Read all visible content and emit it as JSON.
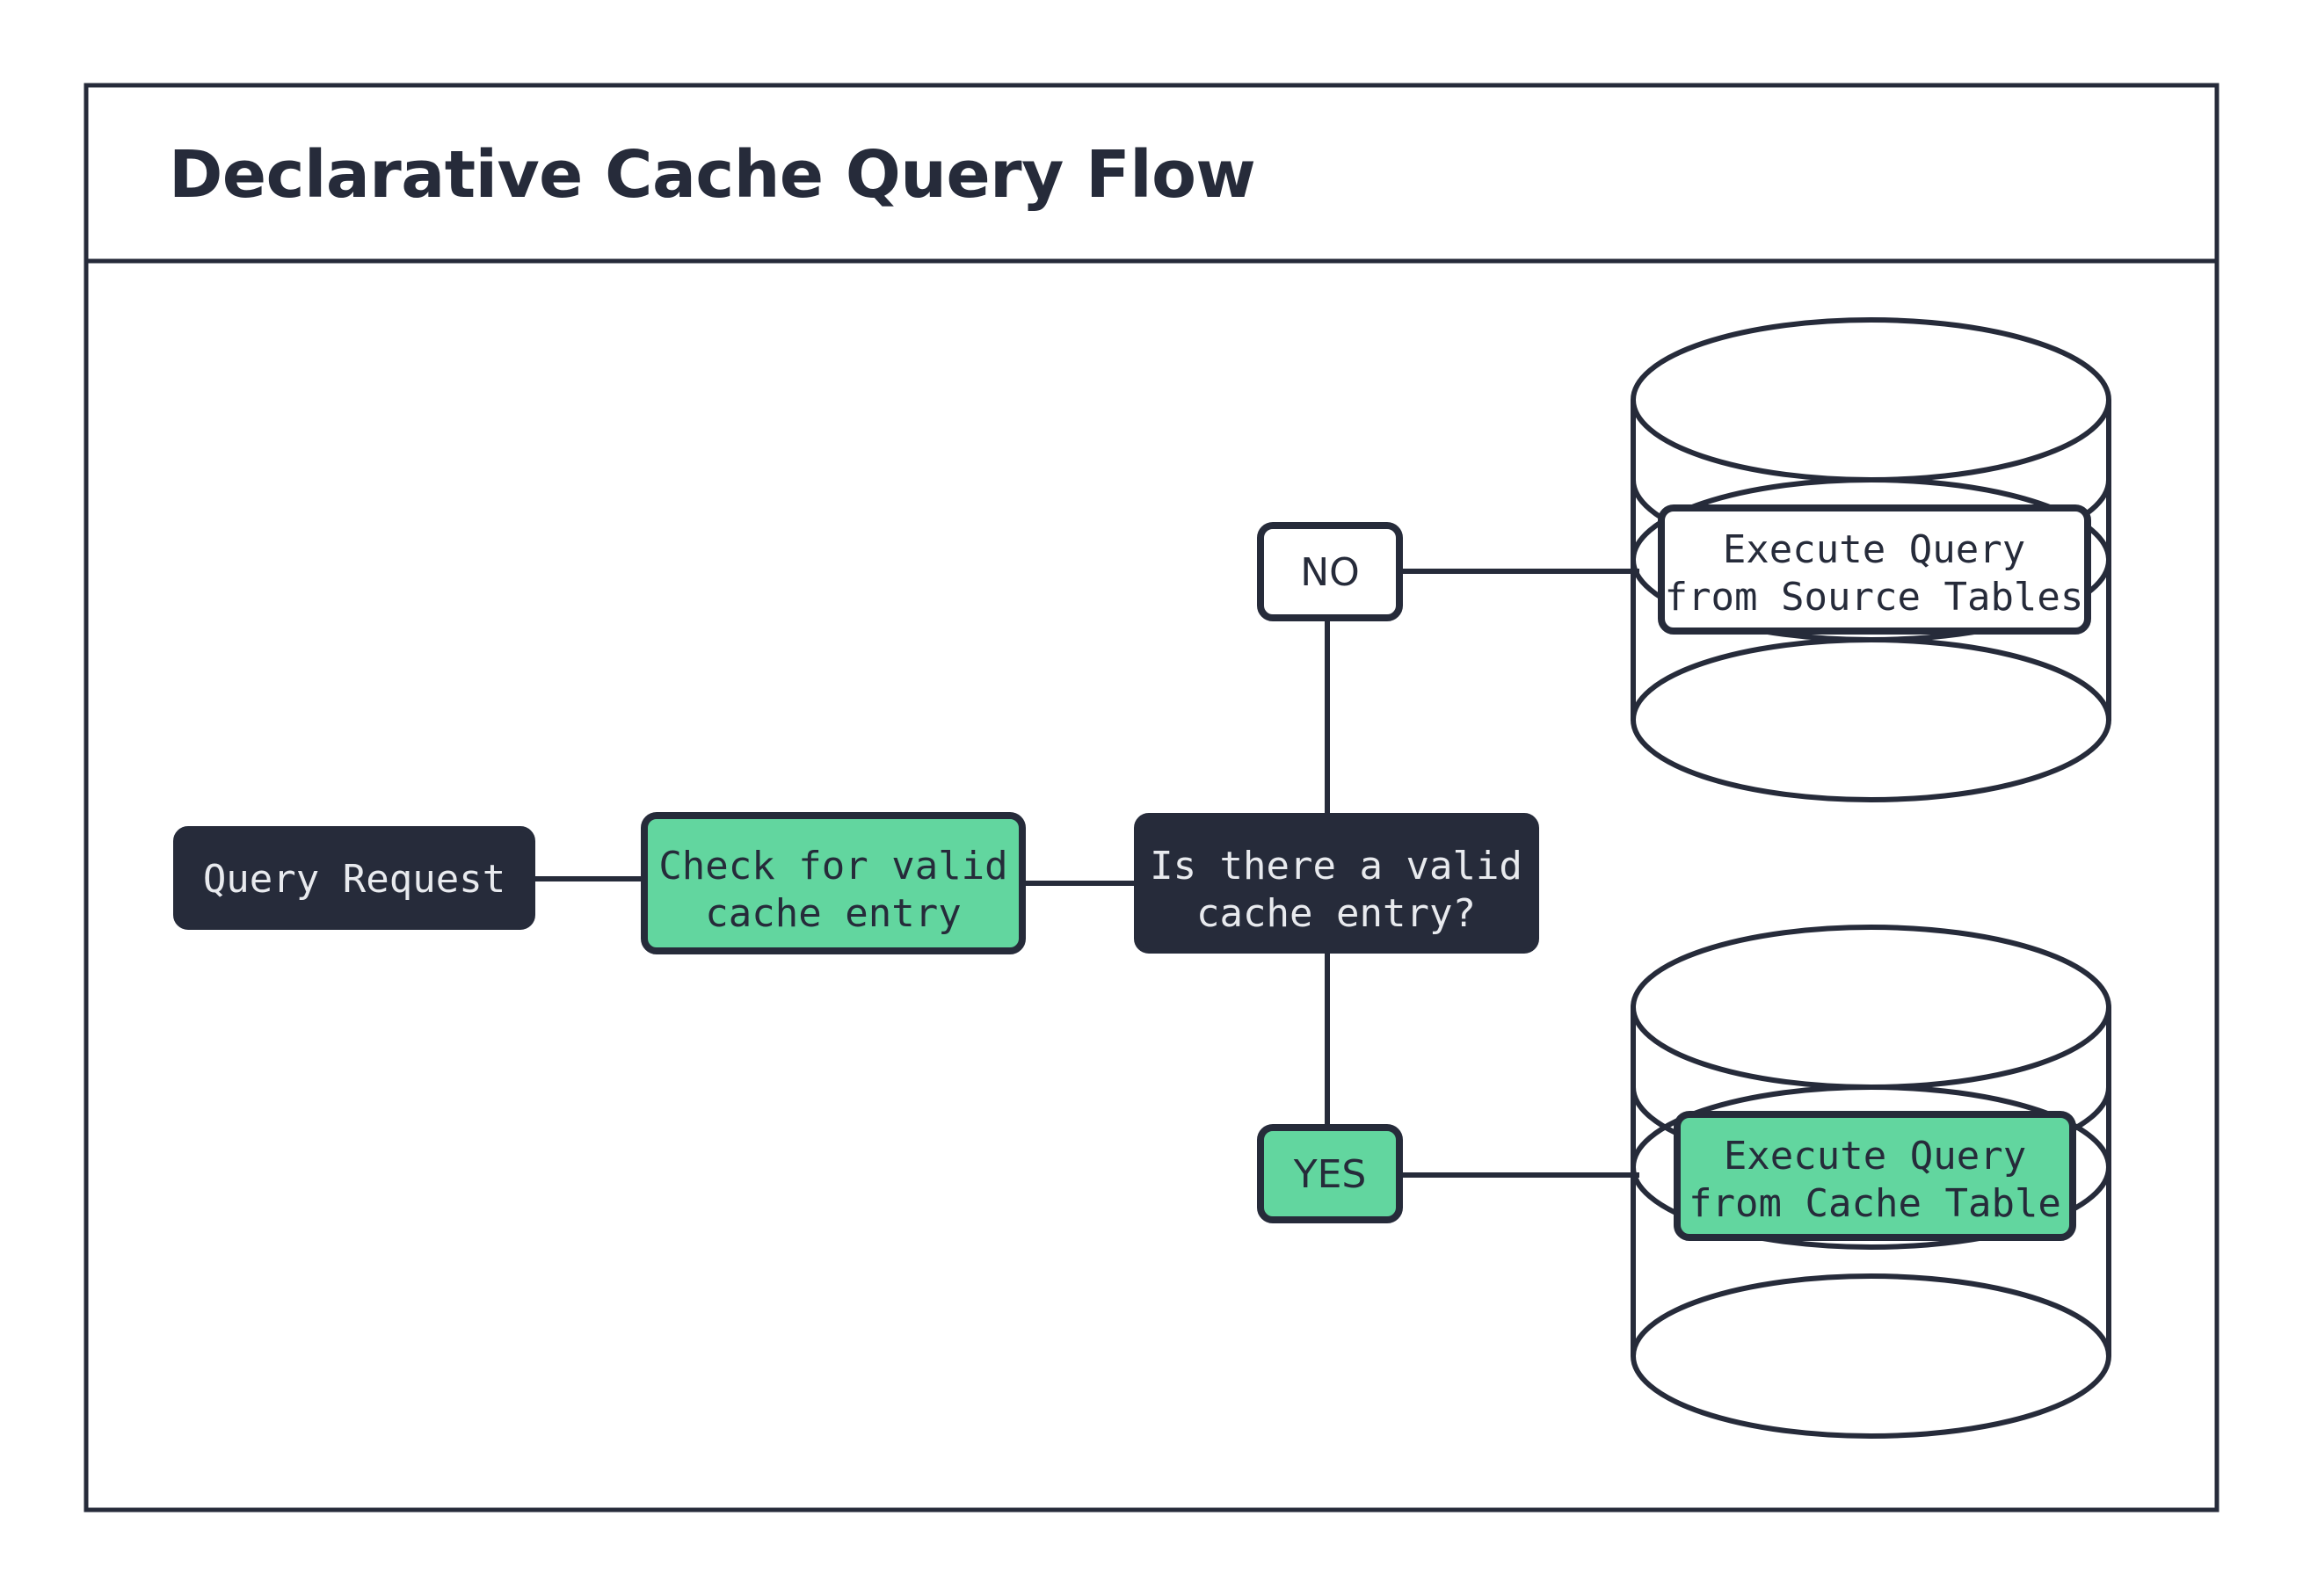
{
  "diagram": {
    "title": "Declarative Cache Query Flow",
    "colors": {
      "dark": "#262b3a",
      "green": "#62d69f",
      "white": "#ffffff",
      "light_text": "#e8eaee"
    },
    "nodes": [
      {
        "id": "query-request",
        "label": "Query Request",
        "style": "dark",
        "shape": "rounded-rect"
      },
      {
        "id": "check-cache",
        "label_line1": "Check for valid",
        "label_line2": "cache entry",
        "style": "green",
        "shape": "rounded-rect"
      },
      {
        "id": "decision-valid-cache",
        "label_line1": "Is there a valid",
        "label_line2": "cache entry?",
        "style": "dark",
        "shape": "rounded-rect"
      },
      {
        "id": "branch-no",
        "label": "NO",
        "style": "white",
        "shape": "rounded-rect"
      },
      {
        "id": "branch-yes",
        "label": "YES",
        "style": "green",
        "shape": "rounded-rect"
      },
      {
        "id": "source-tables-db",
        "label_line1": "Execute Query",
        "label_line2": "from Source Tables",
        "style": "white",
        "shape": "database-cylinder"
      },
      {
        "id": "cache-table-db",
        "label_line1": "Execute Query",
        "label_line2": "from Cache Table",
        "style": "green",
        "shape": "database-cylinder"
      }
    ],
    "edges": [
      {
        "from": "query-request",
        "to": "check-cache"
      },
      {
        "from": "check-cache",
        "to": "decision-valid-cache"
      },
      {
        "from": "decision-valid-cache",
        "to": "branch-no"
      },
      {
        "from": "branch-no",
        "to": "source-tables-db"
      },
      {
        "from": "decision-valid-cache",
        "to": "branch-yes"
      },
      {
        "from": "branch-yes",
        "to": "cache-table-db"
      }
    ]
  }
}
